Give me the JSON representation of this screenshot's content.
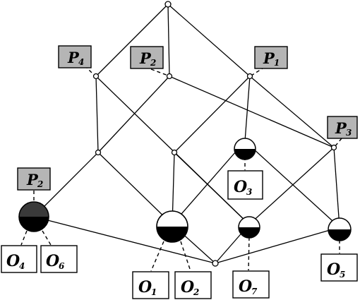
{
  "colors": {
    "line": "#000000",
    "p_box_fill": "#b5b5b5",
    "o_box_fill": "#ffffff",
    "dark_fill": "#333333",
    "node_fill": "#ffffff"
  },
  "labels": {
    "P4": {
      "letter": "P",
      "sub": "4"
    },
    "P2": {
      "letter": "P",
      "sub": "2"
    },
    "P1": {
      "letter": "P",
      "sub": "1"
    },
    "P3": {
      "letter": "P",
      "sub": "3"
    },
    "P2b": {
      "letter": "P",
      "sub": "2"
    },
    "O3": {
      "letter": "O",
      "sub": "3"
    },
    "O4": {
      "letter": "O",
      "sub": "4"
    },
    "O6": {
      "letter": "O",
      "sub": "6"
    },
    "O1": {
      "letter": "O",
      "sub": "1"
    },
    "O2": {
      "letter": "O",
      "sub": "2"
    },
    "O7": {
      "letter": "O",
      "sub": "7"
    },
    "O5": {
      "letter": "O",
      "sub": "5"
    }
  }
}
